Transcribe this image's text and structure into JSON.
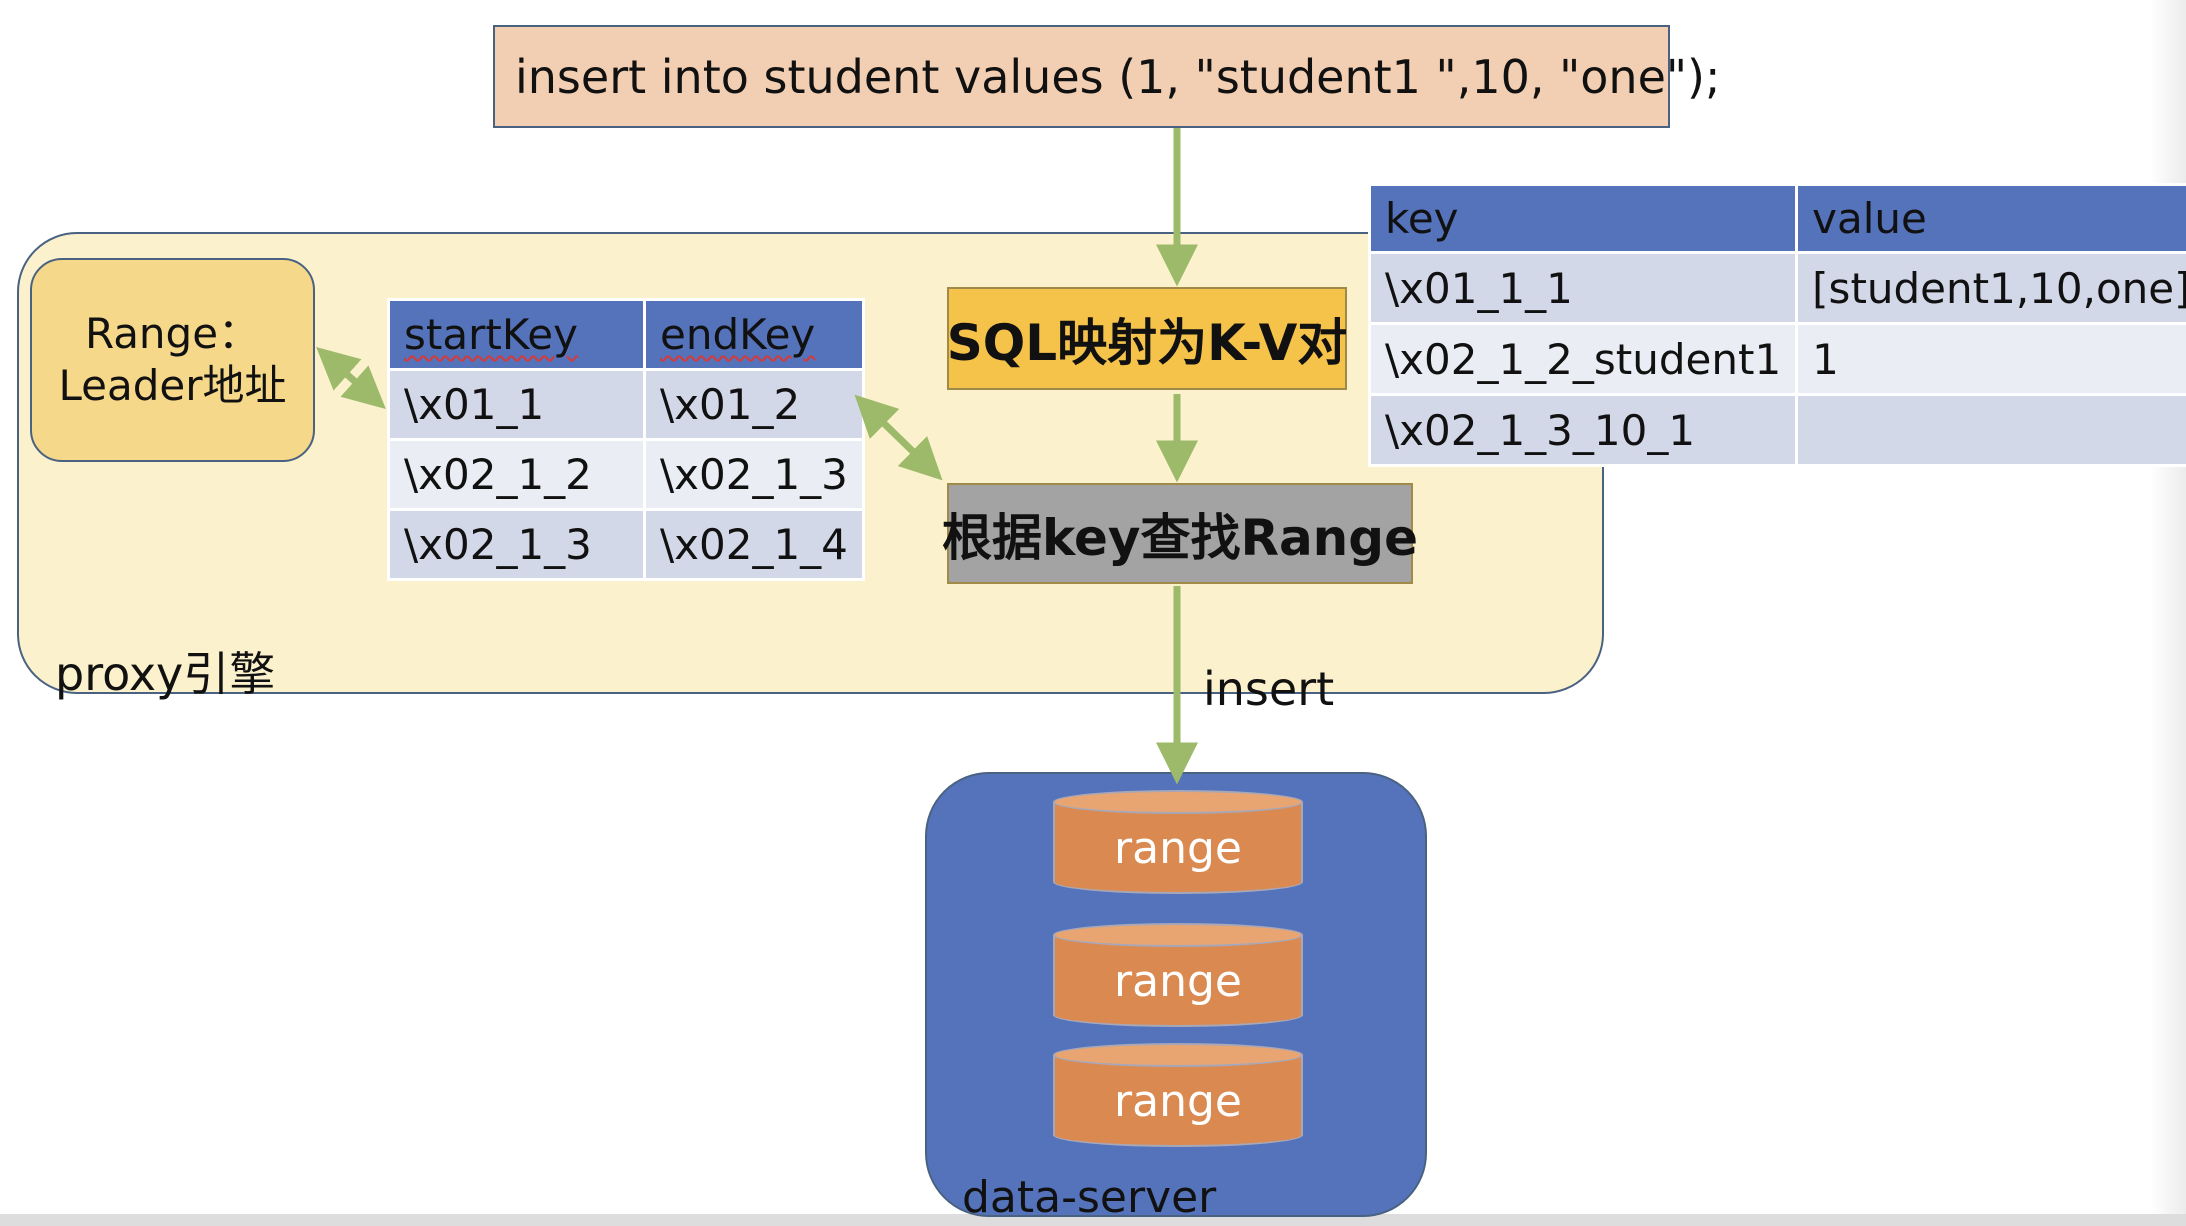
{
  "sql_statement": "insert into student values (1, \"student1 \",10, \"one\");",
  "proxy": {
    "label": "proxy引擎",
    "leader_box": {
      "line1": "Range：",
      "line2": "Leader地址"
    },
    "range_table": {
      "headers": [
        "startKey",
        "endKey"
      ],
      "rows": [
        [
          "\\x01_1",
          "\\x01_2"
        ],
        [
          "\\x02_1_2",
          "\\x02_1_3"
        ],
        [
          "\\x02_1_3",
          "\\x02_1_4"
        ]
      ]
    },
    "kv_step": "SQL映射为K-V对",
    "find_step": "根据key查找Range"
  },
  "kv_table": {
    "headers": [
      "key",
      "value"
    ],
    "rows": [
      [
        "\\x01_1_1",
        "[student1,10,one]"
      ],
      [
        "\\x02_1_2_student1",
        "1"
      ],
      [
        "\\x02_1_3_10_1",
        ""
      ]
    ]
  },
  "insert_label": "insert",
  "data_server": {
    "label": "data-server",
    "ranges": [
      "range",
      "range",
      "range"
    ]
  },
  "colors": {
    "arrow": "#9cba6a",
    "header_blue": "#5473bb",
    "row_light": "#d3d8e9",
    "proxy_bg": "#fbf1cc",
    "kv_step_bg": "#f5c24a",
    "find_step_bg": "#a3a3a3",
    "cylinder": "#da8a50"
  }
}
